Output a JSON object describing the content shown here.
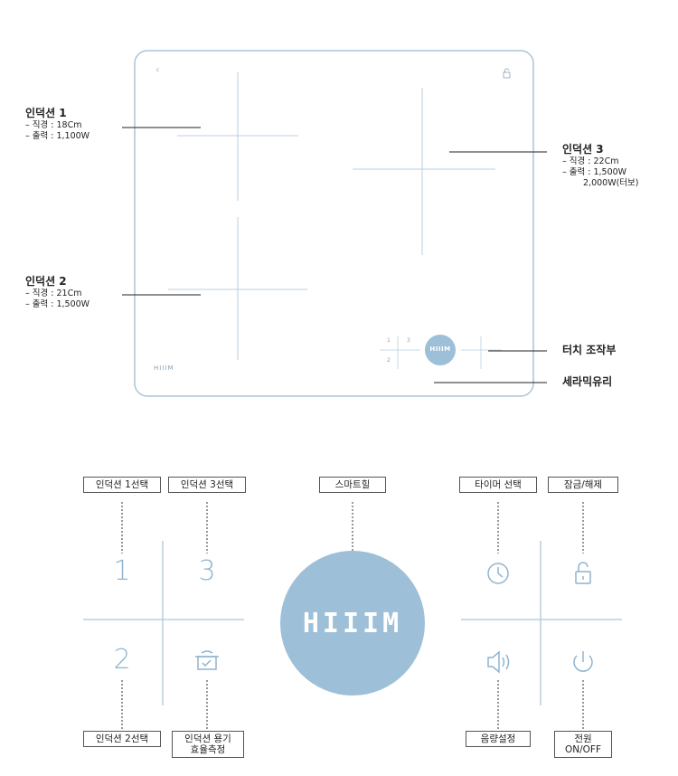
{
  "colors": {
    "panel_border": "#a9c4d8",
    "accent": "#9dbfd8",
    "line": "#222222",
    "digit": "#8fb4cf"
  },
  "top_diagram": {
    "panel_corner_symbols": {
      "top_left": "c",
      "top_right_icon": "lock-icon"
    },
    "brand_small": "HIIIM",
    "callouts": {
      "induction1": {
        "title": "인덕션 1",
        "lines": [
          "– 직경 : 18Cm",
          "– 출력 : 1,100W"
        ]
      },
      "induction2": {
        "title": "인덕션 2",
        "lines": [
          "– 직경 : 21Cm",
          "– 출력 : 1,500W"
        ]
      },
      "induction3": {
        "title": "인덕션 3",
        "lines": [
          "– 직경 : 22Cm",
          "– 출력 : 1,500W",
          "2,000W(터보)"
        ]
      },
      "touch_panel": "터치 조작부",
      "ceramic_glass": "세라믹유리"
    },
    "mini_panel": {
      "digits": [
        "1",
        "3",
        "2"
      ],
      "logo": "HIIIM"
    }
  },
  "bottom_diagram": {
    "labels": {
      "select1": "인덕션 1선택",
      "select3": "인덕션 3선택",
      "smart_heat": "스마트힐",
      "timer": "타이머 선택",
      "lock": "잠금/해제",
      "select2": "인덕션 2선택",
      "vessel_efficiency": "인덕션 용기\n효율측정",
      "volume": "음량설정",
      "power": "전원\nON/OFF"
    },
    "digits": {
      "d1": "1",
      "d3": "3",
      "d2": "2"
    },
    "logo_text": "HIIIM",
    "icons": [
      "clock-icon",
      "lock-icon",
      "speaker-icon",
      "power-icon",
      "pot-icon"
    ]
  }
}
